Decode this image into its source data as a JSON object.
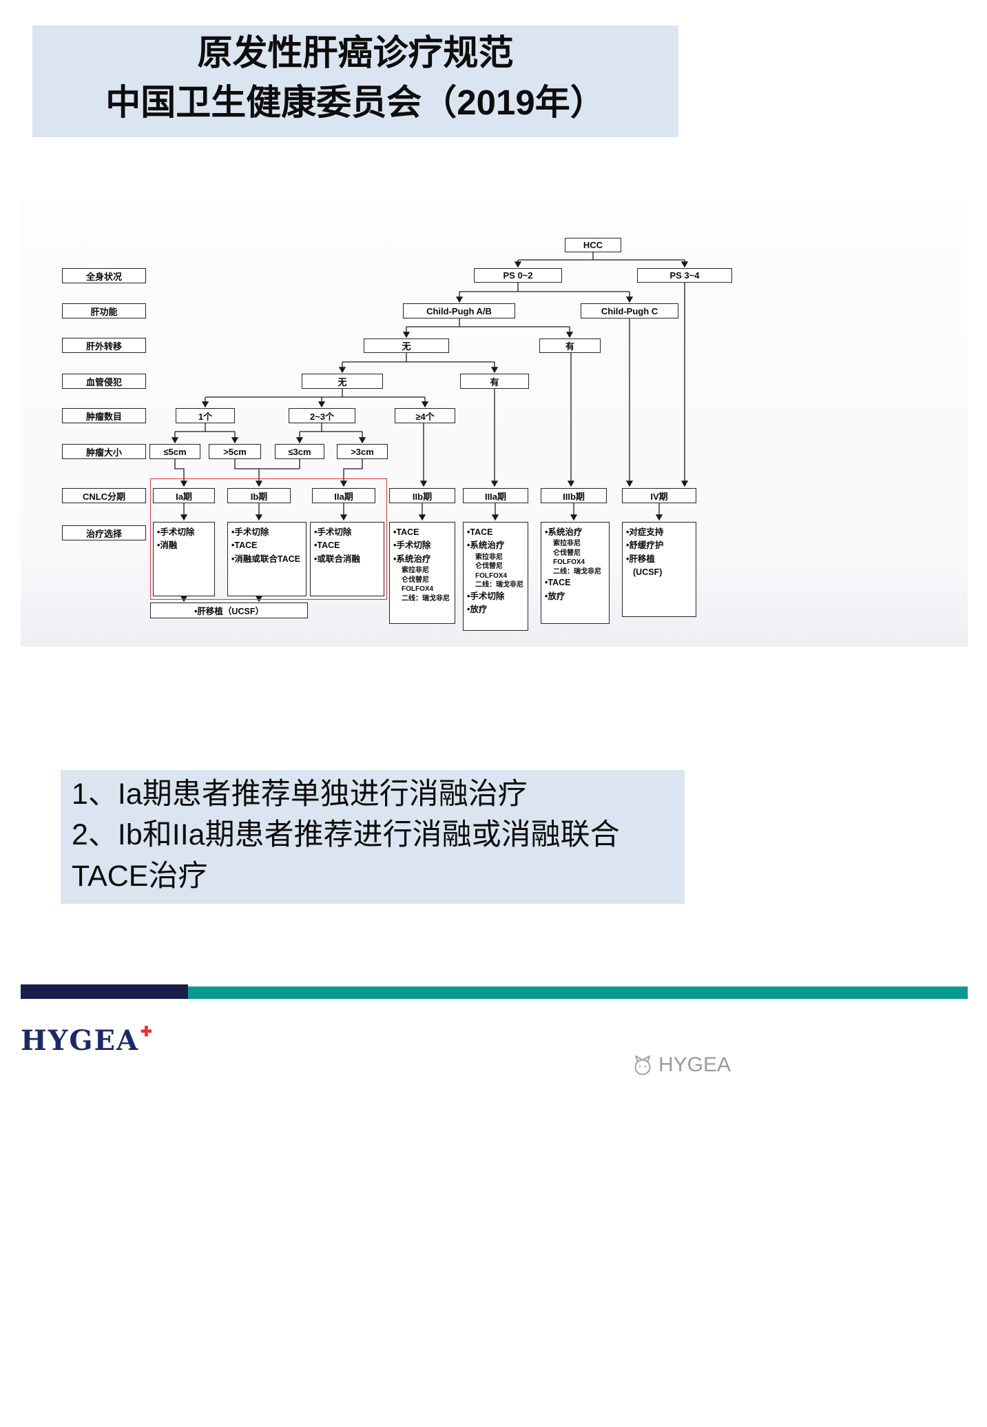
{
  "title": {
    "line1": "原发性肝癌诊疗规范",
    "line2": "中国卫生健康委员会（2019年）"
  },
  "diagram": {
    "row_labels": [
      "全身状况",
      "肝功能",
      "肝外转移",
      "血管侵犯",
      "肿瘤数目",
      "肿瘤大小",
      "CNLC分期",
      "治疗选择"
    ],
    "nodes": {
      "hcc": "HCC",
      "ps02": "PS 0~2",
      "ps34": "PS 3~4",
      "child_pugh_ab": "Child-Pugh A/B",
      "child_pugh_c": "Child-Pugh C",
      "metastasis_no": "无",
      "metastasis_yes": "有",
      "vascular_no": "无",
      "vascular_yes": "有",
      "tumor_1": "1个",
      "tumor_2_3": "2~3个",
      "tumor_ge4": "≥4个",
      "size_le5": "≤5cm",
      "size_gt5": ">5cm",
      "size_le3": "≤3cm",
      "size_gt3": ">3cm"
    },
    "stages": [
      "Ia期",
      "Ib期",
      "IIa期",
      "IIb期",
      "IIIa期",
      "IIIb期",
      "IV期"
    ],
    "treatments": {
      "ia": [
        "•手术切除",
        "•消融"
      ],
      "ib": [
        "•手术切除",
        "•TACE",
        "•消融或联合TACE"
      ],
      "iia": [
        "•手术切除",
        "•TACE",
        "•或联合消融"
      ],
      "iib": [
        "•TACE",
        "•手术切除",
        "•系统治疗",
        "索拉非尼",
        "仑伐替尼",
        "FOLFOX4",
        "二线：瑞戈非尼"
      ],
      "iiia": [
        "•TACE",
        "•系统治疗",
        "索拉非尼",
        "仑伐替尼",
        "FOLFOX4",
        "二线：瑞戈非尼",
        "•手术切除",
        "•放疗"
      ],
      "iiib": [
        "•系统治疗",
        "索拉非尼",
        "仑伐替尼",
        "FOLFOX4",
        "二线：瑞戈非尼",
        "•TACE",
        "•放疗"
      ],
      "iv": [
        "•对症支持",
        "•舒缓疗护",
        "•肝移植",
        "(UCSF)"
      ]
    },
    "transplant_note": "•肝移植（UCSF）"
  },
  "notes": {
    "item1": "1、Ia期患者推荐单独进行消融治疗",
    "item2": "2、Ib和IIa期患者推荐进行消融或消融联合TACE治疗"
  },
  "footer": {
    "logo_text": "HYGEA",
    "logo_plus": "✚",
    "watermark_text": "HYGEA"
  },
  "colors": {
    "accent_bg": "#dbe5f1",
    "navy_bar": "#191f4d",
    "teal_bar": "#0a9a91",
    "highlight_red": "#d93a31",
    "logo_navy": "#1b2a66",
    "logo_red": "#e8312a"
  }
}
